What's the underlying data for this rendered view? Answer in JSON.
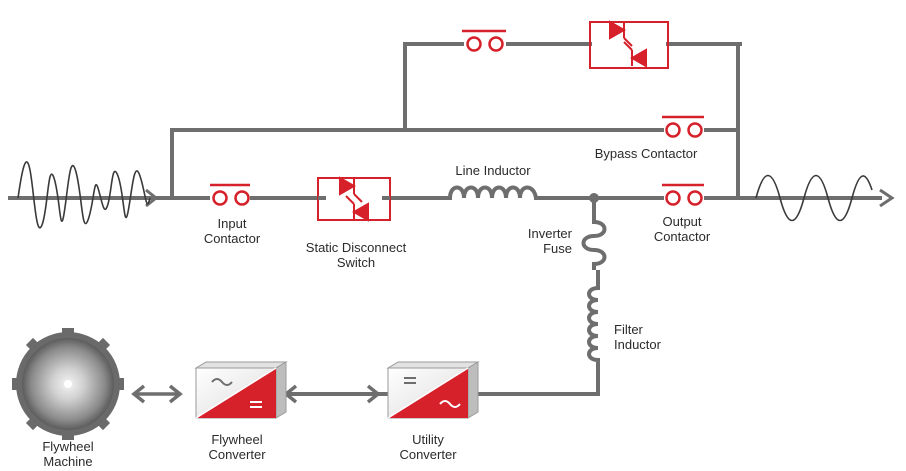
{
  "colors": {
    "line": "#6e6e6e",
    "accent": "#d6202a",
    "text": "#2b2b2b"
  },
  "labels": {
    "line_inductor": "Line Inductor",
    "bypass_contactor": "Bypass Contactor",
    "input_contactor": [
      "Input",
      "Contactor"
    ],
    "static_disconnect_switch": [
      "Static Disconnect",
      "Switch"
    ],
    "inverter_fuse": [
      "Inverter",
      "Fuse"
    ],
    "output_contactor": [
      "Output",
      "Contactor"
    ],
    "filter_inductor": [
      "Filter",
      "Inductor"
    ],
    "flywheel_machine": [
      "Flywheel",
      "Machine"
    ],
    "flywheel_converter": [
      "Flywheel",
      "Converter"
    ],
    "utility_converter": [
      "Utility",
      "Converter"
    ]
  },
  "icons": [
    "sine-wave-input-icon",
    "sine-wave-output-icon",
    "contactor-icon",
    "thyristor-switch-icon",
    "inductor-coil-icon",
    "converter-icon",
    "flywheel-icon",
    "double-arrow-icon"
  ]
}
